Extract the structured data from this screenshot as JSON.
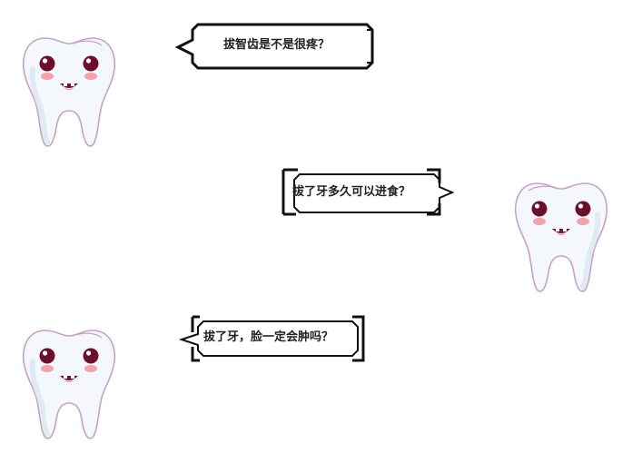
{
  "conversation": {
    "messages": [
      {
        "speaker": "tooth-left",
        "text": "拔智齿是不是很疼？"
      },
      {
        "speaker": "tooth-right",
        "text": "拔了牙多久可以进食？"
      },
      {
        "speaker": "tooth-left",
        "text": "拔了牙，脸一定会肿吗？"
      }
    ]
  },
  "colors": {
    "tooth_fill": "#f4f8fc",
    "tooth_shade": "#dfeaf3",
    "tooth_outline": "#c9a0c0",
    "eye": "#6b0f2a",
    "cheek": "#f3a0a8",
    "mouth": "#7a1030",
    "tongue": "#f08090",
    "bubble_border": "#111111"
  },
  "icons": [
    "tooth-character-icon",
    "speech-bubble-icon"
  ]
}
